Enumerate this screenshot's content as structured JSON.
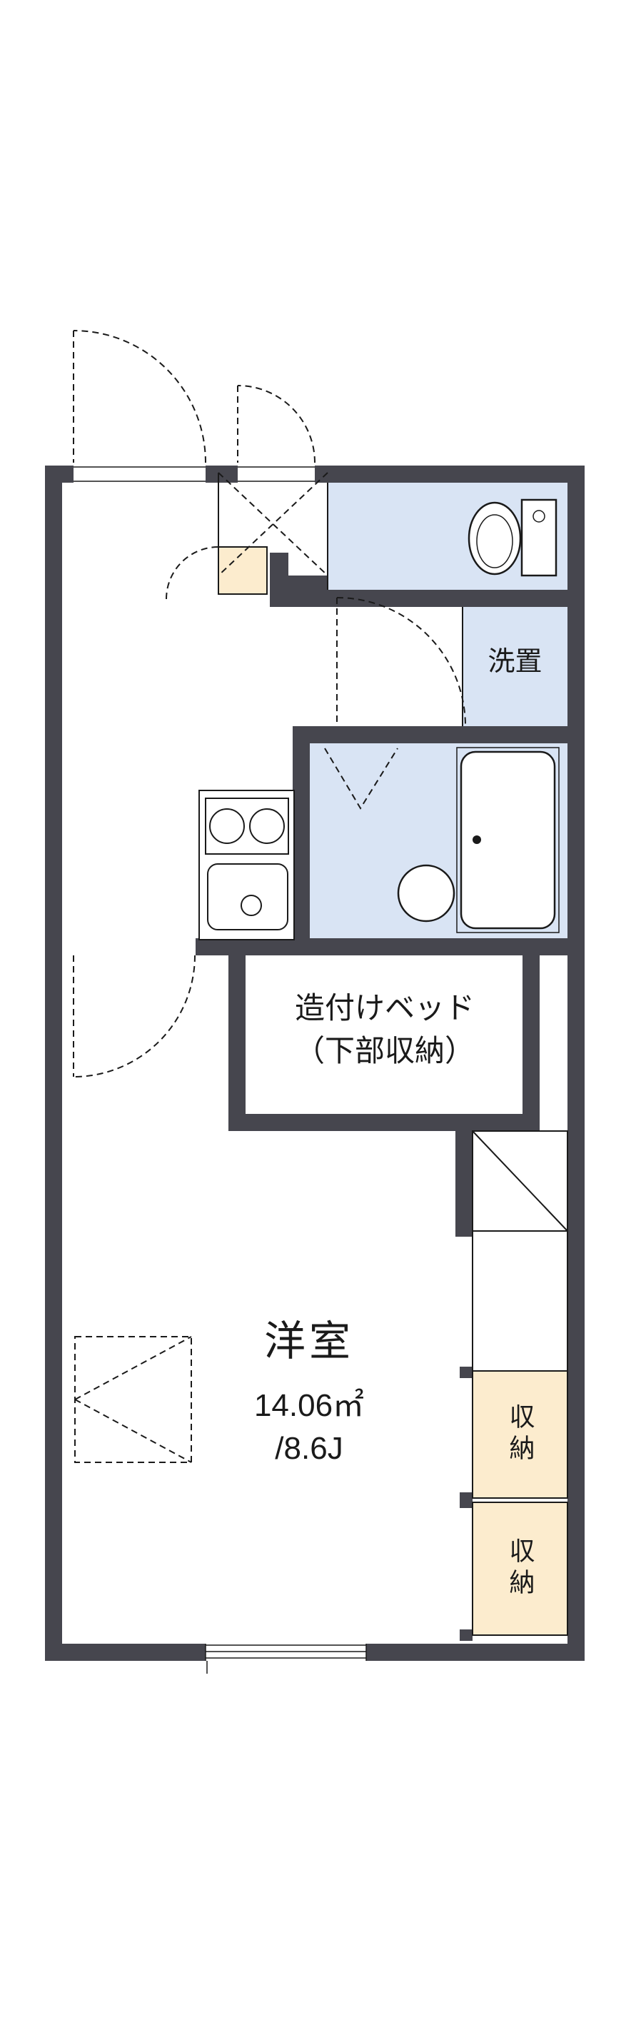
{
  "colors": {
    "wall": "#46464e",
    "blue": "#d9e4f4",
    "cream": "#fcecce",
    "line": "#1a1a1a"
  },
  "floorplan": {
    "rooms": {
      "laundry_label": "洗置",
      "bed_label_line1": "造付けベッド",
      "bed_label_line2": "（下部収納）",
      "main_room_name": "洋室",
      "main_room_area_m2": "14.06㎡",
      "main_room_area_tatami": "/8.6J",
      "closet_top_label": "収納",
      "closet_bottom_label": "収納"
    }
  }
}
